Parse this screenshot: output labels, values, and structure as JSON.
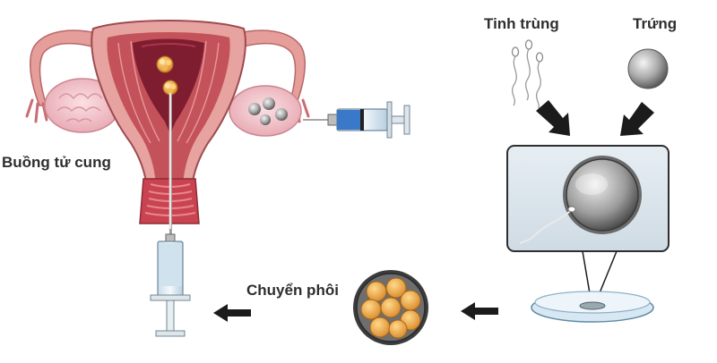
{
  "labels": {
    "sperm": "Tinh trùng",
    "egg": "Trứng",
    "uterus": "Buồng tử cung",
    "embryo_transfer": "Chuyển phôi"
  },
  "colors": {
    "uterus_outer": "#e9a9a6",
    "uterus_dark": "#b5434b",
    "cavity": "#7e1d2f",
    "ovary": "#f3c6cc",
    "embryo": "#f2b247",
    "syringe_blue": "#3a78c9",
    "dish_panel": "#dbe5ec",
    "arrow": "#1b1b1b"
  },
  "icons": {
    "uterus": "uterus-illustration",
    "egg": "egg-cell-icon",
    "sperm": "sperm-icon",
    "dish": "petri-dish-icon",
    "embryo": "embryo-cluster-icon",
    "syringe": "syringe-icon",
    "arrow": "arrow-icon"
  }
}
